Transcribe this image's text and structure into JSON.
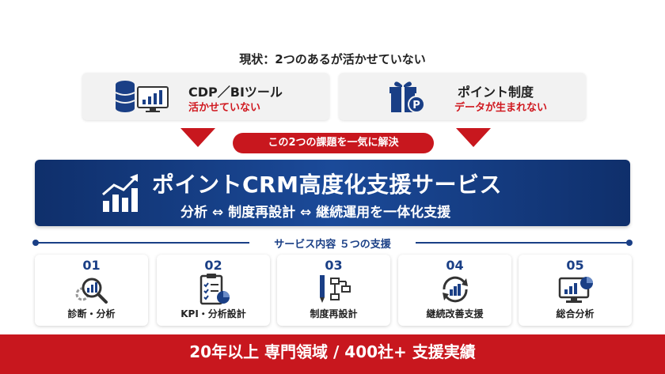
{
  "heading": "現状：2つのあるが活かせていない",
  "left_card": {
    "icon": "database-monitor-icon",
    "title": "CDP／BIツール",
    "subtitle": "活かせていない"
  },
  "right_card": {
    "icon": "gift-point-icon",
    "title": "ポイント制度",
    "subtitle": "データが生まれない"
  },
  "pill_label": "この2つの課題を一気に解決",
  "banner": {
    "icon": "growth-chart-icon",
    "title": "ポイントCRM高度化支援サービス",
    "subtitle": "分析 ⇔ 制度再設計 ⇔ 継続運用を一体化支援"
  },
  "section_title": "サービス内容 ５つの支援",
  "services": [
    {
      "number": "01",
      "label": "診断・分析",
      "icon": "magnifier-chart-icon"
    },
    {
      "number": "02",
      "label": "KPI・分析設計",
      "icon": "clipboard-checklist-icon"
    },
    {
      "number": "03",
      "label": "制度再設計",
      "icon": "pen-flowchart-icon"
    },
    {
      "number": "04",
      "label": "継続改善支援",
      "icon": "cycle-chart-icon"
    },
    {
      "number": "05",
      "label": "総合分析",
      "icon": "monitor-piechart-icon"
    }
  ],
  "footer": "20年以上 専門領域 / 400社+ 支援実績",
  "colors": {
    "navy": "#1a3f86",
    "red": "#c8171e",
    "card_bg": "#f2f2f2"
  }
}
